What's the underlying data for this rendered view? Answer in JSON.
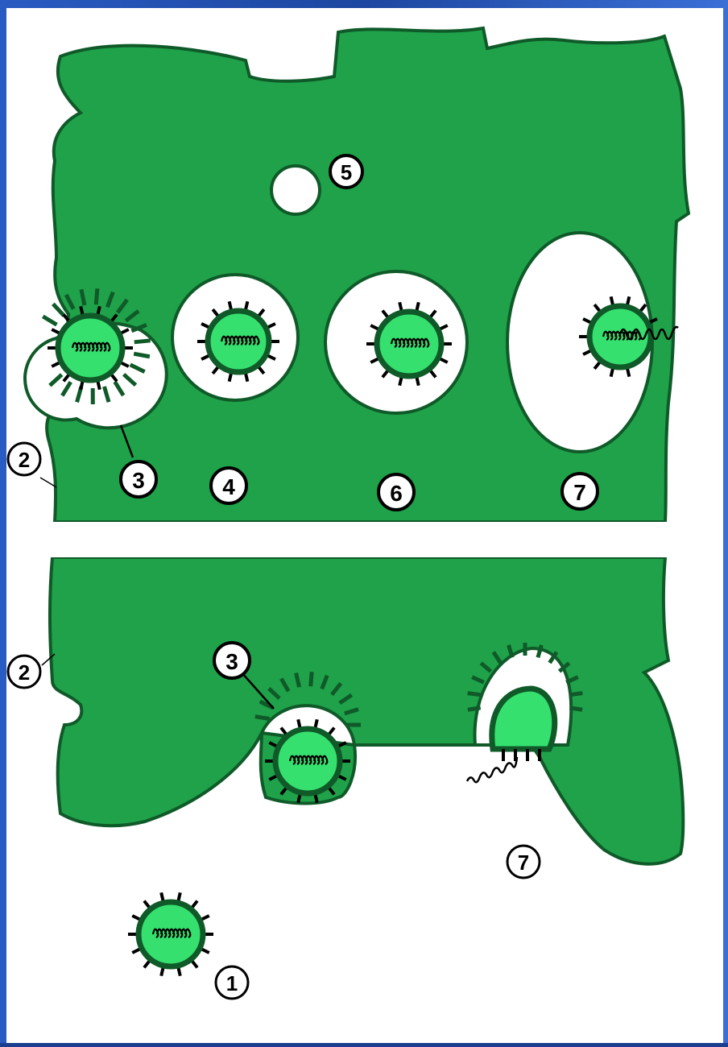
{
  "diagram": {
    "labels": {
      "l1": "1",
      "l2_top": "2",
      "l2_bottom": "2",
      "l3_top": "3",
      "l3_bottom": "3",
      "l4": "4",
      "l5": "5",
      "l6": "6",
      "l7_top": "7",
      "l7_bottom": "7"
    },
    "colors": {
      "frame_blue": "#1a3f8f",
      "background": "#ffffff",
      "cytoplasm_green": "#1fa24a",
      "virion_fill": "#35e06f",
      "membrane_dark": "#0f5a28",
      "outline_black": "#000000"
    }
  }
}
